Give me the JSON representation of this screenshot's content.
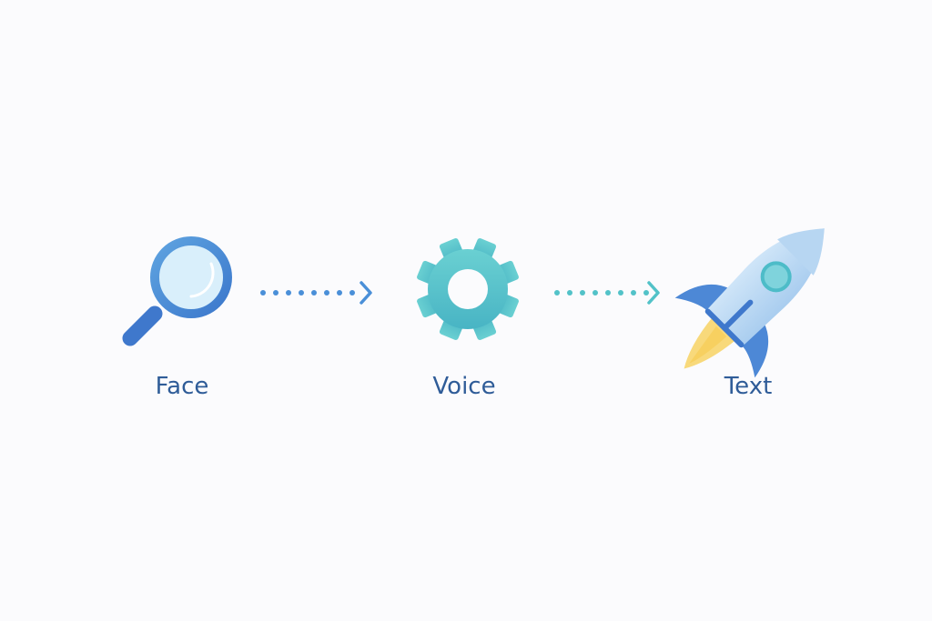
{
  "steps": [
    {
      "label": "Face",
      "icon": "magnifier-icon"
    },
    {
      "label": "Voice",
      "icon": "gear-icon"
    },
    {
      "label": "Text",
      "icon": "rocket-icon"
    }
  ],
  "colors": {
    "blue": "#4a8fd8",
    "teal": "#52c2c8",
    "label": "#2f5c98",
    "flame": "#f5c24c"
  }
}
